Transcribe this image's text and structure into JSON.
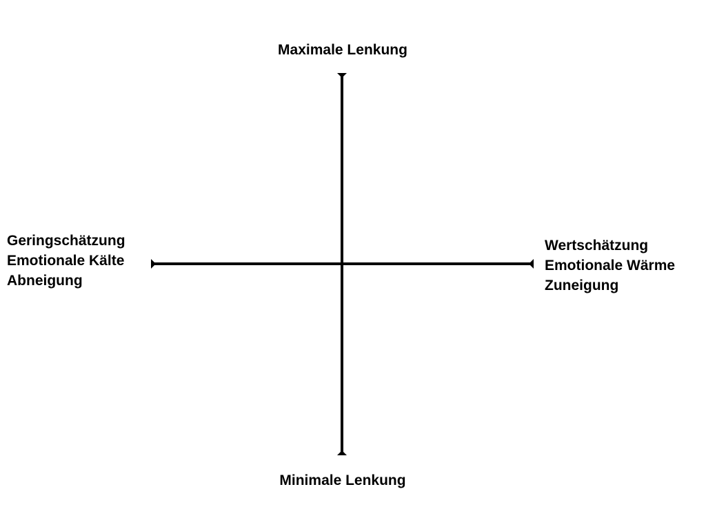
{
  "diagram": {
    "top_label": "Maximale Lenkung",
    "bottom_label": "Minimale Lenkung",
    "left_label": [
      "Geringschätzung",
      "Emotionale Kälte",
      "Abneigung"
    ],
    "right_label": [
      "Wertschätzung",
      "Emotionale Wärme",
      "Zuneigung"
    ],
    "axis_color": "#000000"
  }
}
